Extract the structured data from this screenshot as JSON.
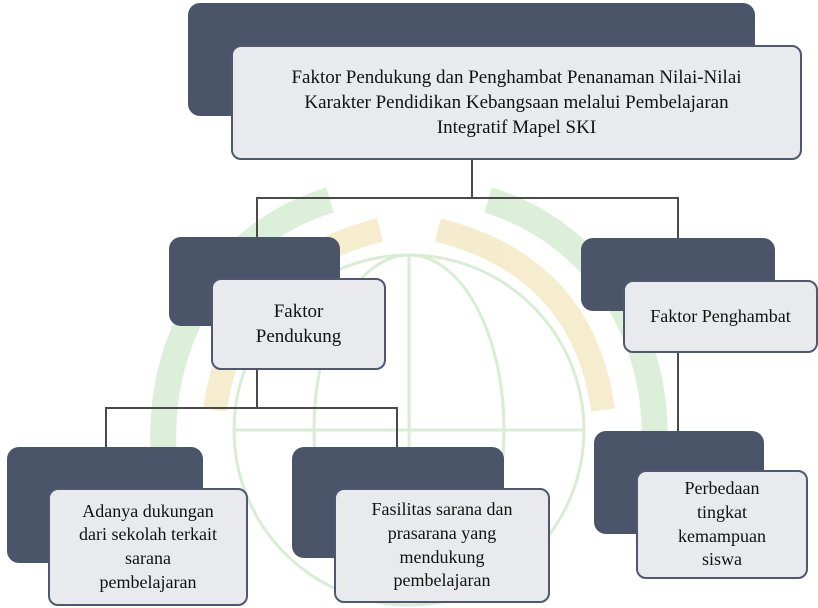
{
  "diagram": {
    "root": {
      "label": "Faktor Pendukung dan Penghambat Penanaman Nilai-Nilai\nKarakter Pendidikan Kebangsaan melalui Pembelajaran\nIntegratif Mapel SKI"
    },
    "support": {
      "label": "Faktor\nPendukung"
    },
    "obstacle": {
      "label": "Faktor Penghambat"
    },
    "support_items": [
      {
        "label": "Adanya dukungan\ndari sekolah terkait\nsarana\npembelajaran"
      },
      {
        "label": "Fasilitas sarana dan\nprasarana yang\nmendukung\npembelajaran"
      }
    ],
    "obstacle_items": [
      {
        "label": "Perbedaan\ntingkat\nkemampuan\nsiswa"
      }
    ]
  },
  "colors": {
    "shadow_box": "#4b5569",
    "content_box": "#e8eaed",
    "connector": "#4a4a4a",
    "watermark_green": "#b9dfb1",
    "watermark_gold": "#efe1ae"
  }
}
